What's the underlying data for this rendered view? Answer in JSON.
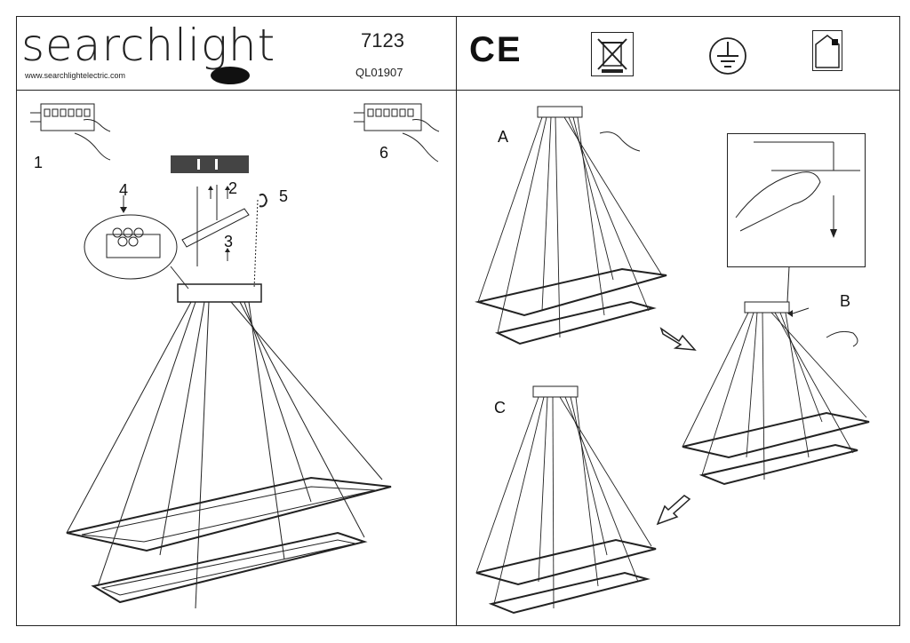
{
  "header": {
    "brand": "searchlight",
    "website": "www.searchlightelectric.com",
    "model_number": "7123",
    "document_code": "QL01907"
  },
  "compliance_icons": [
    {
      "name": "ce-mark-icon",
      "label": "CE"
    },
    {
      "name": "weee-crossed-bin-icon",
      "label": ""
    },
    {
      "name": "earth-ground-icon",
      "label": ""
    },
    {
      "name": "indoor-use-house-icon",
      "label": ""
    }
  ],
  "left_panel": {
    "step_labels": [
      "1",
      "2",
      "3",
      "4",
      "5",
      "6"
    ]
  },
  "right_panel": {
    "stage_labels": [
      "A",
      "B",
      "C"
    ]
  },
  "colors": {
    "line": "#222222",
    "background": "#ffffff"
  }
}
